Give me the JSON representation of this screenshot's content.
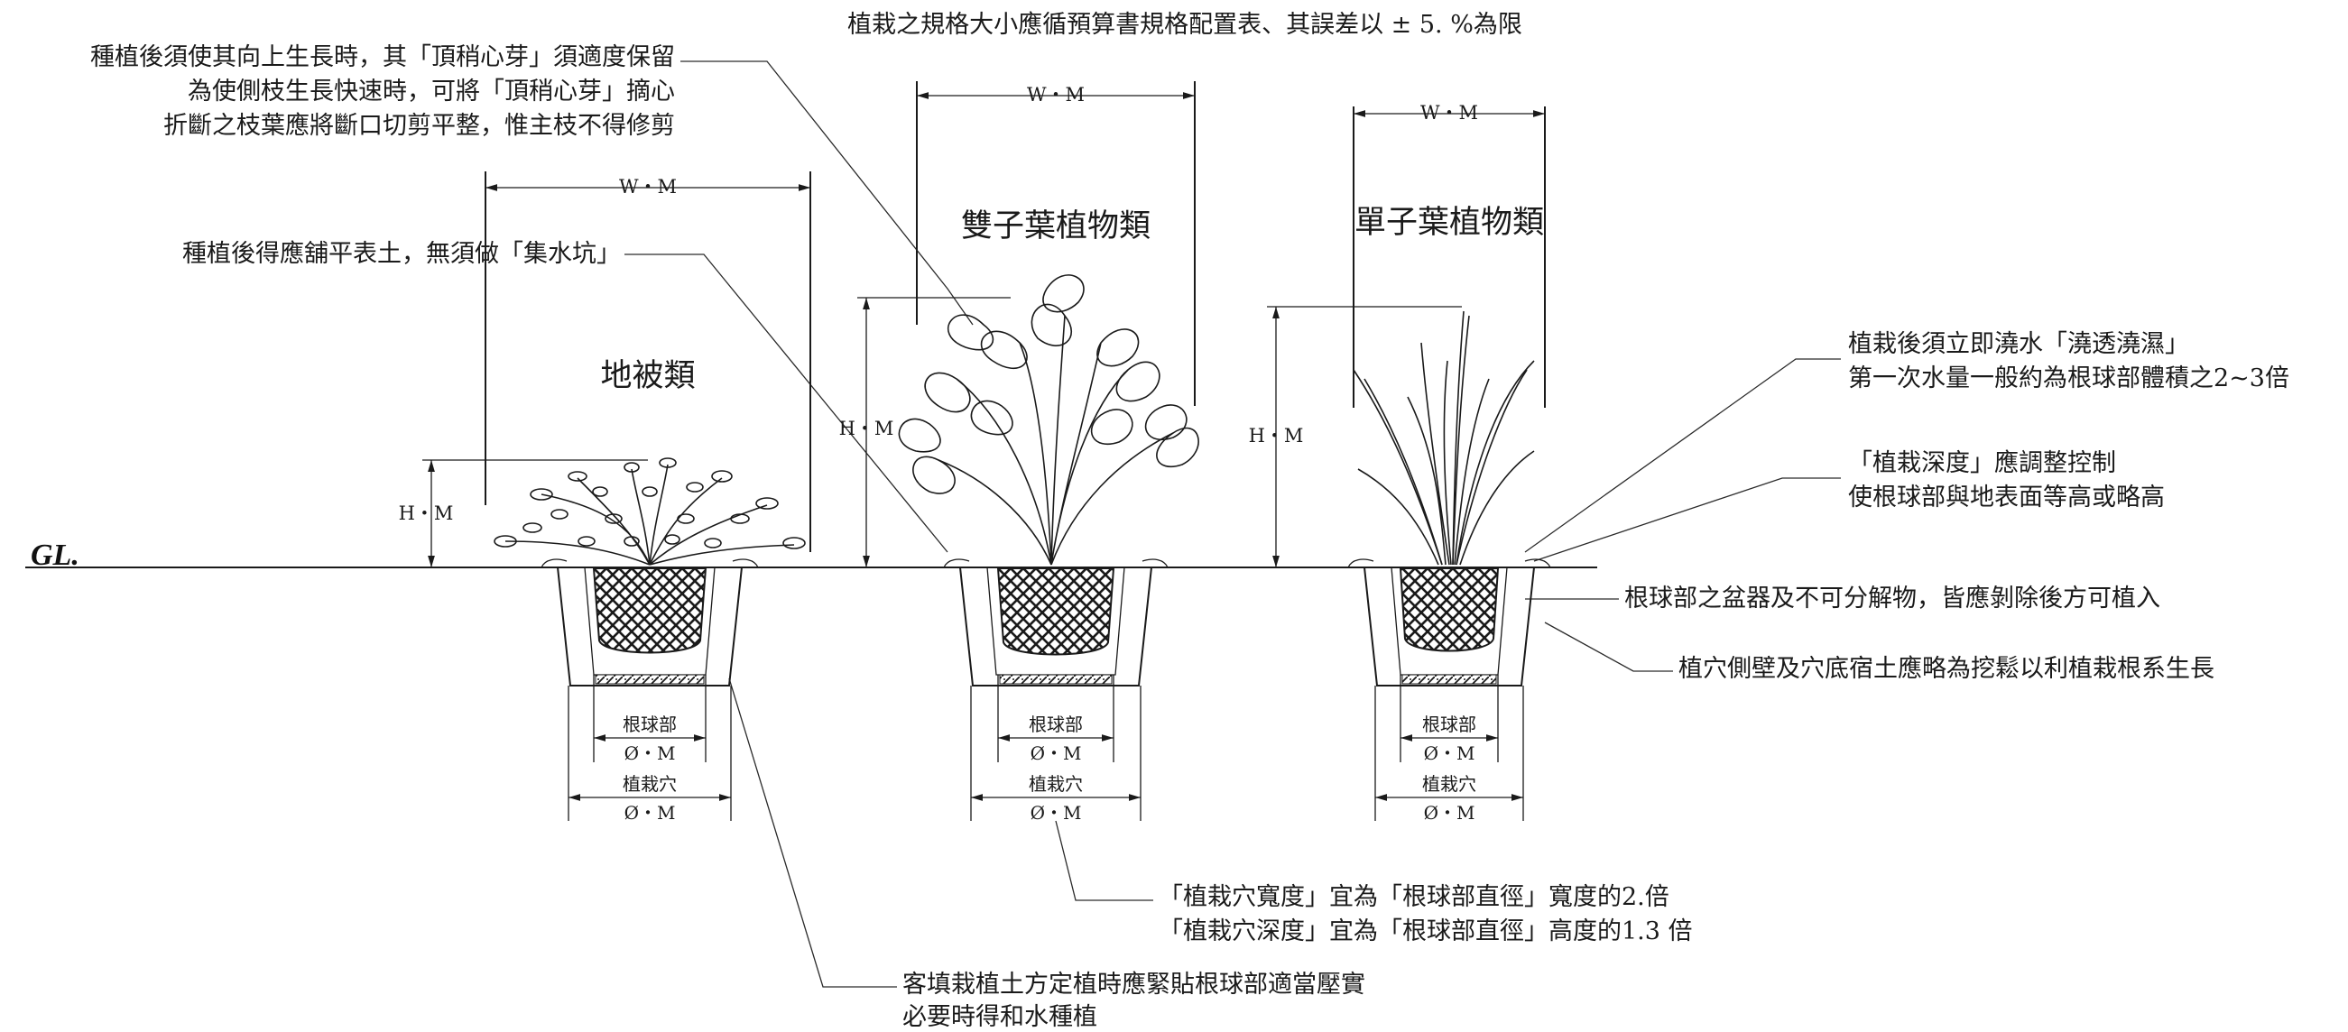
{
  "header_note": "植栽之規格大小應循預算書規格配置表、其誤差以 ± 5. %為限",
  "ground_label": "GL.",
  "notes": {
    "top_bud": [
      "種植後須使其向上生長時，其「頂稍心芽」須適度保留",
      "為使側枝生長快速時，可將「頂稍心芽」摘心",
      "折斷之枝葉應將斷口切剪平整，惟主枝不得修剪"
    ],
    "topsoil": "種植後得應舖平表土，無須做「集水坑」",
    "watering": [
      "植栽後須立即澆水「澆透澆濕」",
      "第一次水量一般約為根球部體積之2~3倍"
    ],
    "depth": [
      "「植栽深度」應調整控制",
      "使根球部與地表面等高或略高"
    ],
    "container": "根球部之盆器及不可分解物，皆應剝除後方可植入",
    "pit_wall": "植穴側壁及穴底宿土應略為挖鬆以利植栽根系生長",
    "pit_size": [
      "「植栽穴寬度」宜為「根球部直徑」寬度的2.倍",
      "「植栽穴深度」宜為「根球部直徑」高度的1.3 倍"
    ],
    "backfill": [
      "客填栽植土方定植時應緊貼根球部適當壓實",
      "必要時得和水種植"
    ]
  },
  "plants": [
    {
      "name": "地被類",
      "width_label": "W・M",
      "height_label": "H・M",
      "root_label": "根球部",
      "root_dim": "Ø・M",
      "pit_label": "植栽穴",
      "pit_dim": "Ø・M"
    },
    {
      "name": "雙子葉植物類",
      "width_label": "W・M",
      "height_label": "H・M",
      "root_label": "根球部",
      "root_dim": "Ø・M",
      "pit_label": "植栽穴",
      "pit_dim": "Ø・M"
    },
    {
      "name": "單子葉植物類",
      "width_label": "W・M",
      "height_label": "H・M",
      "root_label": "根球部",
      "root_dim": "Ø・M",
      "pit_label": "植栽穴",
      "pit_dim": "Ø・M"
    }
  ]
}
